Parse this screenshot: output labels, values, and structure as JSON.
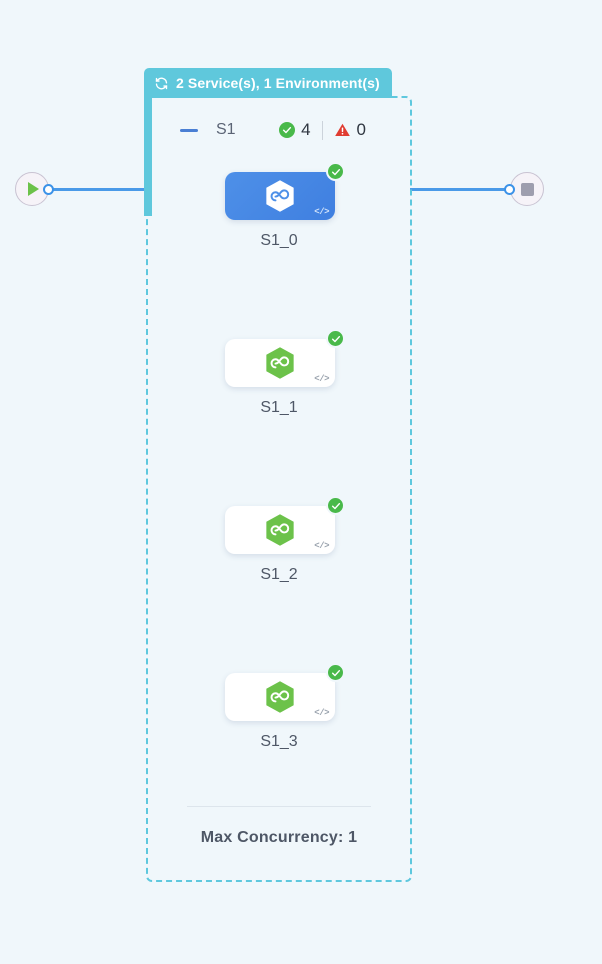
{
  "canvas": {
    "background_color": "#f0f7fb"
  },
  "group": {
    "header": {
      "icon": "refresh-icon",
      "label": "2 Service(s), 1 Environment(s)",
      "background_color": "#5fc8dc",
      "text_color": "#ffffff"
    },
    "collapse_icon": "minus-icon",
    "name": "S1",
    "counts": {
      "success": {
        "icon": "check-circle-icon",
        "value": "4",
        "color": "#49b94a"
      },
      "error": {
        "icon": "warning-triangle-icon",
        "value": "0",
        "color": "#e03c31"
      }
    },
    "border_color": "#5ec8de",
    "footer": {
      "max_concurrency_label": "Max Concurrency: 1"
    }
  },
  "terminals": {
    "start": {
      "icon": "play-icon",
      "color": "#6cc24a"
    },
    "end": {
      "icon": "stop-icon",
      "color": "#9e9eae"
    },
    "handle_color": "#3b92e8"
  },
  "edges": {
    "color": "#4a9ae8"
  },
  "nodes": [
    {
      "label": "S1_0",
      "selected": true,
      "icon": "infinity-hexagon-icon",
      "icon_color": "#ffffff",
      "card_color": "#4e90e8",
      "status_icon": "check-circle-icon",
      "code_glyph": "</>"
    },
    {
      "label": "S1_1",
      "selected": false,
      "icon": "infinity-hexagon-icon",
      "icon_color": "#6cc24a",
      "card_color": "#ffffff",
      "status_icon": "check-circle-icon",
      "code_glyph": "</>"
    },
    {
      "label": "S1_2",
      "selected": false,
      "icon": "infinity-hexagon-icon",
      "icon_color": "#6cc24a",
      "card_color": "#ffffff",
      "status_icon": "check-circle-icon",
      "code_glyph": "</>"
    },
    {
      "label": "S1_3",
      "selected": false,
      "icon": "infinity-hexagon-icon",
      "icon_color": "#6cc24a",
      "card_color": "#ffffff",
      "status_icon": "check-circle-icon",
      "code_glyph": "</>"
    }
  ]
}
